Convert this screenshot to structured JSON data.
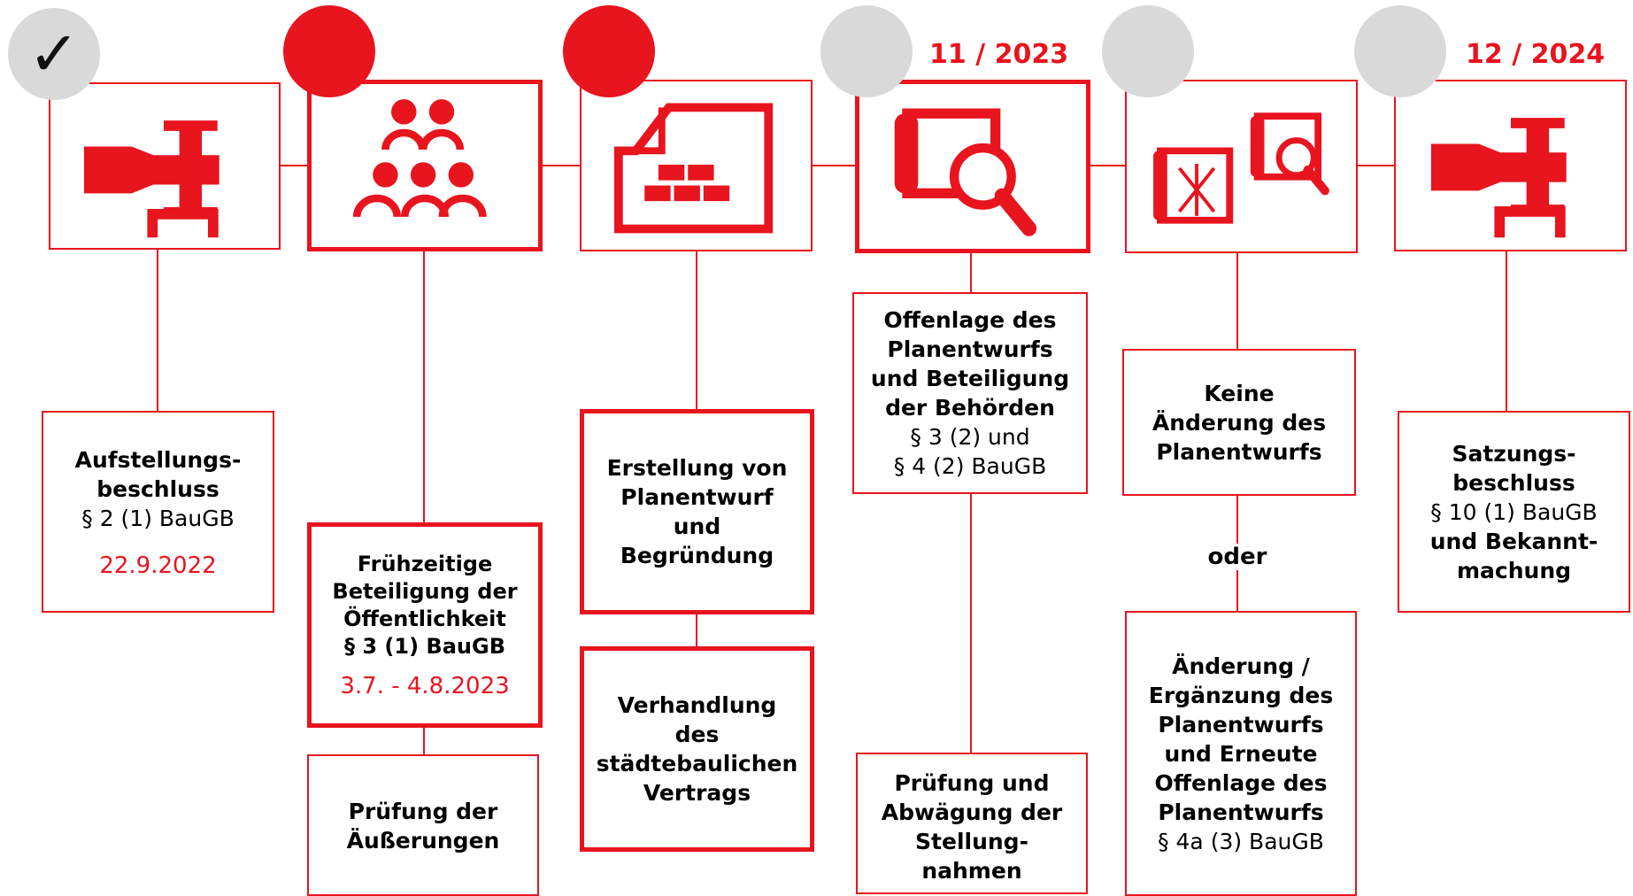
{
  "colors": {
    "accent": "#e8141e",
    "inactive_circle": "#d9d9d9",
    "text": "#000000"
  },
  "steps": [
    {
      "status": "done",
      "status_icon": "check-icon",
      "status_glyph": "✓",
      "date": "",
      "icon": "stamp-icon",
      "box": {
        "title": "Aufstellungs-\nbeschluss",
        "ref": "§ 2 (1) BauGB",
        "date": "22.9.2022"
      }
    },
    {
      "status": "active",
      "date": "",
      "icon": "people-group-icon",
      "box": {
        "title": "Frühzeitige\nBeteiligung der\nÖffentlichkeit\n§ 3 (1) BauGB",
        "date": "3.7. - 4.8.2023"
      },
      "box2": {
        "title": "Prüfung der\nÄußerungen"
      }
    },
    {
      "status": "active",
      "date": "",
      "icon": "plan-document-icon",
      "box": {
        "title": "Erstellung von\nPlanentwurf\nund\nBegründung"
      },
      "box2": {
        "title": "Verhandlung\ndes\nstädtebaulichen\nVertrags"
      }
    },
    {
      "status": "pending",
      "date": "11 / 2023",
      "icon": "plan-magnifier-icon",
      "box": {
        "title": "Offenlage des\nPlanentwurfs\nund Beteiligung\nder Behörden",
        "ref": "§ 3 (2) und\n§ 4 (2) BauGB"
      },
      "box2": {
        "title": "Prüfung und\nAbwägung der\nStellung-\nnahmen"
      }
    },
    {
      "status": "pending",
      "date": "",
      "icon": "plan-review-icon",
      "box": {
        "title": "Keine\nÄnderung des\nPlanentwurfs"
      },
      "connector_label": "oder",
      "box2": {
        "title": "Änderung /\nErgänzung des\nPlanentwurfs\nund Erneute\nOffenlage des\nPlanentwurfs",
        "ref": "§ 4a (3) BauGB"
      }
    },
    {
      "status": "pending",
      "date": "12 / 2024",
      "icon": "stamp-icon",
      "box": {
        "title": "Satzungs-\nbeschluss",
        "ref": "§ 10 (1) BauGB",
        "title2": "und Bekannt-\nmachung"
      }
    }
  ]
}
